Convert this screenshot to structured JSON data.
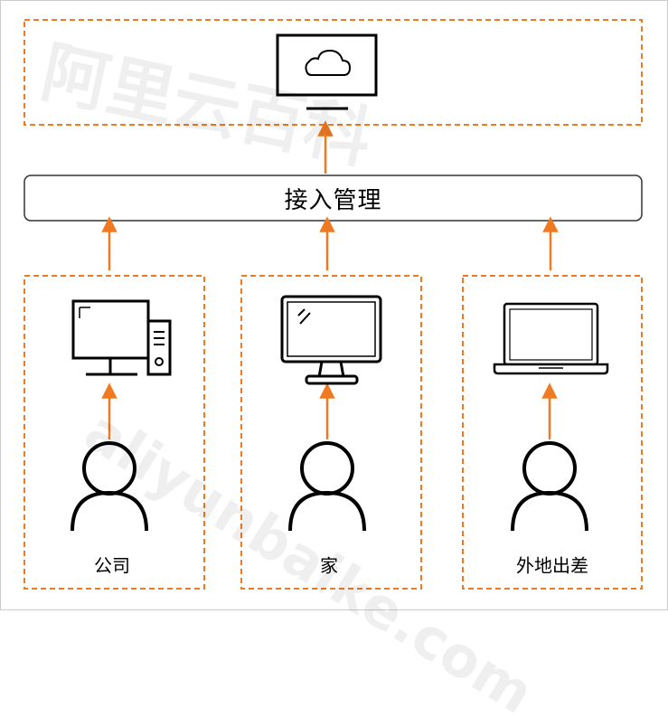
{
  "diagram": {
    "gateway_label": "接入管理",
    "locations": [
      {
        "id": "office",
        "label": "公司",
        "device": "desktop-computer-icon"
      },
      {
        "id": "home",
        "label": "家",
        "device": "monitor-icon"
      },
      {
        "id": "remote",
        "label": "外地出差",
        "device": "laptop-icon"
      }
    ],
    "cloud_node": "cloud-monitor-icon"
  },
  "watermark": {
    "text_cn": "阿里云百科",
    "text_en": "aliyunbaike.com"
  },
  "colors": {
    "dash_border": "#f07a22",
    "arrow": "#f07a22",
    "stroke": "#000000",
    "frame": "#cccccc"
  }
}
